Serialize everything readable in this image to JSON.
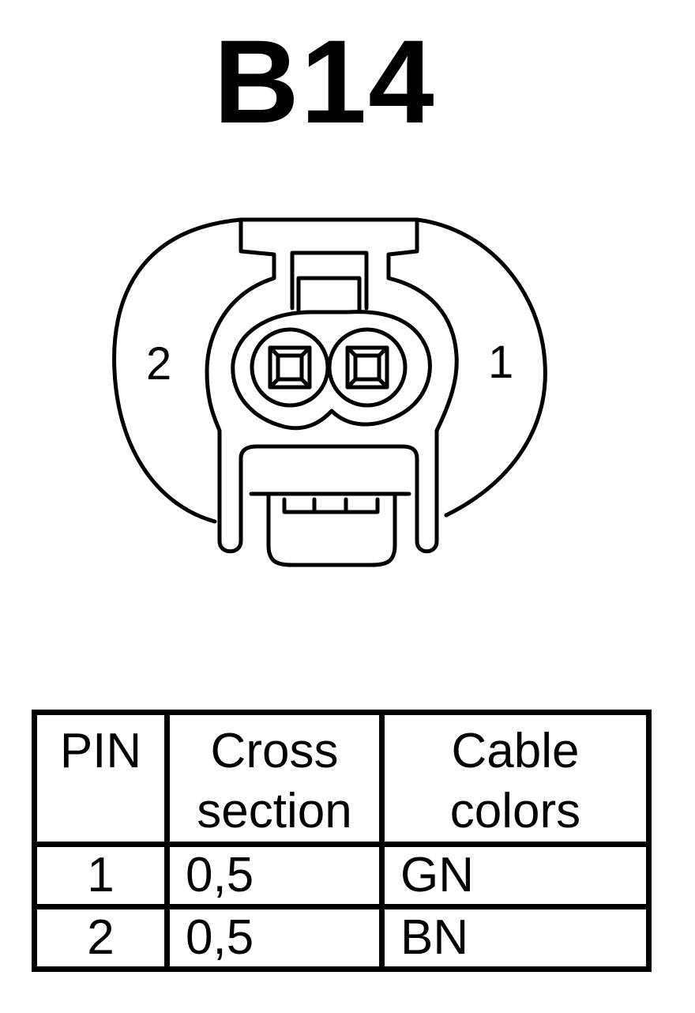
{
  "title": "B14",
  "connector": {
    "pin_labels": {
      "left": "2",
      "right": "1"
    }
  },
  "table": {
    "headers": [
      "PIN",
      "Cross section",
      "Cable colors"
    ],
    "header_lines": [
      [
        "PIN"
      ],
      [
        "Cross",
        "section"
      ],
      [
        "Cable",
        "colors"
      ]
    ],
    "rows": [
      {
        "pin": "1",
        "cross_section": "0,5",
        "color": "GN"
      },
      {
        "pin": "2",
        "cross_section": "0,5",
        "color": "BN"
      }
    ]
  }
}
